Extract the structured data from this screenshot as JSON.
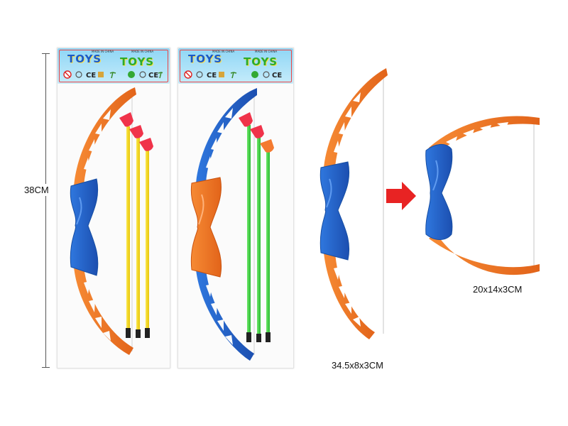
{
  "dimensions": {
    "height_label": "38CM",
    "bow_label": "34.5x8x3CM",
    "folded_label": "20x14x3CM"
  },
  "header_card": {
    "word_left": "TOYS",
    "word_right": "TOYS",
    "made_in": "MADE IN CHINA"
  },
  "colors": {
    "orange": "#f27a24",
    "blue": "#2363c8",
    "yellow": "#f6d915",
    "green": "#3fd24a",
    "red": "#f0334a",
    "arrow": "#e82323"
  },
  "icons": {
    "direction": "right-arrow-icon"
  }
}
